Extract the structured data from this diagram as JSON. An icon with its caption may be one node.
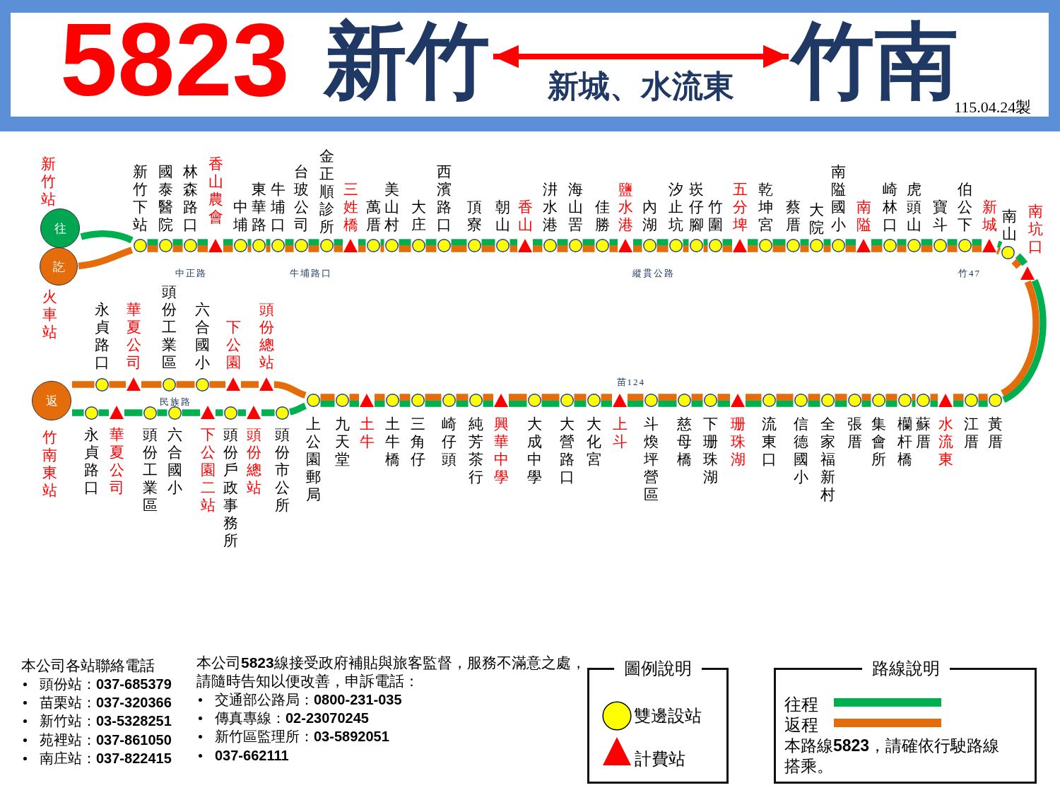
{
  "diagram": {
    "title": "5823",
    "nodes": [
      {
        "text": [
          "新竹"
        ]
      },
      {
        "text": [
          "竹南"
        ]
      },
      {
        "text": [
          "往"
        ],
        "beside": [
          "新竹站"
        ]
      },
      {
        "text": [
          "訖"
        ],
        "beside": [
          "火車站"
        ]
      },
      {
        "text": [],
        "shape": "circle",
        "beside": [
          "新竹下站"
        ]
      },
      {
        "text": [],
        "shape": "circle",
        "beside": [
          "國泰醫院"
        ]
      },
      {
        "text": [],
        "shape": "circle",
        "beside": [
          "林森路口"
        ]
      },
      {
        "text": [],
        "shape": "triangle",
        "beside": [
          "香山農會"
        ]
      },
      {
        "text": [],
        "shape": "circle",
        "beside": [
          "中埔"
        ]
      },
      {
        "text": [],
        "shape": "circle",
        "beside": [
          "東華路"
        ]
      },
      {
        "text": [],
        "shape": "circle",
        "beside": [
          "牛埔口"
        ]
      },
      {
        "text": [],
        "shape": "circle",
        "beside": [
          "台玻公司"
        ]
      },
      {
        "text": [],
        "shape": "circle",
        "beside": [
          "金正順診所"
        ]
      },
      {
        "text": [],
        "shape": "triangle",
        "beside": [
          "三姓橋"
        ]
      },
      {
        "text": [],
        "shape": "circle",
        "beside": [
          "萬厝"
        ]
      },
      {
        "text": [],
        "shape": "circle",
        "beside": [
          "美山村"
        ]
      },
      {
        "text": [],
        "shape": "circle",
        "beside": [
          "大庄"
        ]
      },
      {
        "text": [],
        "shape": "circle",
        "beside": [
          "西濱路口"
        ]
      },
      {
        "text": [],
        "shape": "circle",
        "beside": [
          "頂寮"
        ]
      },
      {
        "text": [],
        "shape": "circle",
        "beside": [
          "朝山"
        ]
      },
      {
        "text": [],
        "shape": "triangle",
        "beside": [
          "香山"
        ]
      },
      {
        "text": [],
        "shape": "circle",
        "beside": [
          "汫水港"
        ]
      },
      {
        "text": [],
        "shape": "circle",
        "beside": [
          "海山罟"
        ]
      },
      {
        "text": [],
        "shape": "circle",
        "beside": [
          "佳勝"
        ]
      },
      {
        "text": [],
        "shape": "triangle",
        "beside": [
          "鹽水港"
        ]
      },
      {
        "text": [],
        "shape": "circle",
        "beside": [
          "內湖"
        ]
      },
      {
        "text": [],
        "shape": "circle",
        "beside": [
          "汐止坑"
        ]
      },
      {
        "text": [],
        "shape": "circle",
        "beside": [
          "崁仔腳"
        ]
      },
      {
        "text": [],
        "shape": "circle",
        "beside": [
          "竹圍"
        ]
      },
      {
        "text": [],
        "shape": "triangle",
        "beside": [
          "五分埤"
        ]
      },
      {
        "text": [],
        "shape": "circle",
        "beside": [
          "乾坤宮"
        ]
      },
      {
        "text": [],
        "shape": "circle",
        "beside": [
          "蔡厝"
        ]
      },
      {
        "text": [],
        "shape": "circle",
        "beside": [
          "大院"
        ]
      },
      {
        "text": [],
        "shape": "circle",
        "beside": [
          "南隘國小"
        ]
      },
      {
        "text": [],
        "shape": "triangle",
        "beside": [
          "南隘"
        ]
      },
      {
        "text": [],
        "shape": "circle",
        "beside": [
          "崎林口"
        ]
      },
      {
        "text": [],
        "shape": "circle",
        "beside": [
          "虎頭山"
        ]
      },
      {
        "text": [],
        "shape": "circle",
        "beside": [
          "寶斗"
        ]
      },
      {
        "text": [],
        "shape": "circle",
        "beside": [
          "伯公下"
        ]
      },
      {
        "text": [],
        "shape": "triangle",
        "beside": [
          "新城"
        ]
      },
      {
        "text": [],
        "shape": "circle",
        "beside": [
          "南山"
        ]
      },
      {
        "text": [],
        "shape": "triangle",
        "beside": [
          "南坑口"
        ]
      },
      {
        "text": [
          "返"
        ],
        "beside": [
          "竹南東站"
        ]
      },
      {
        "text": [],
        "shape": "circle",
        "beside": [
          "永貞路口"
        ]
      },
      {
        "text": [],
        "shape": "triangle",
        "beside": [
          "華夏公司"
        ]
      },
      {
        "text": [],
        "shape": "circle",
        "beside": [
          "頭份工業區"
        ]
      },
      {
        "text": [],
        "shape": "circle",
        "beside": [
          "六合國小"
        ]
      },
      {
        "text": [],
        "shape": "triangle",
        "beside": [
          "下公園"
        ]
      },
      {
        "text": [],
        "shape": "triangle",
        "beside": [
          "頭份總站"
        ]
      },
      {
        "text": [],
        "shape": "circle",
        "beside": [
          "永貞路口"
        ]
      },
      {
        "text": [],
        "shape": "triangle",
        "beside": [
          "華夏公司"
        ]
      },
      {
        "text": [],
        "shape": "circle",
        "beside": [
          "頭份工業區"
        ]
      },
      {
        "text": [],
        "shape": "circle",
        "beside": [
          "六合國小"
        ]
      },
      {
        "text": [],
        "shape": "triangle",
        "beside": [
          "下公園二站"
        ]
      },
      {
        "text": [],
        "shape": "circle",
        "beside": [
          "頭份戶政事務所"
        ]
      },
      {
        "text": [],
        "shape": "triangle",
        "beside": [
          "頭份總站"
        ]
      },
      {
        "text": [],
        "shape": "circle",
        "beside": [
          "頭份市公所"
        ]
      },
      {
        "text": [],
        "shape": "circle",
        "beside": [
          "上公園郵局"
        ]
      },
      {
        "text": [],
        "shape": "circle",
        "beside": [
          "九天堂"
        ]
      },
      {
        "text": [],
        "shape": "triangle",
        "beside": [
          "土牛"
        ]
      },
      {
        "text": [],
        "shape": "circle",
        "beside": [
          "土牛橋"
        ]
      },
      {
        "text": [],
        "shape": "circle",
        "beside": [
          "三角仔"
        ]
      },
      {
        "text": [],
        "shape": "circle",
        "beside": [
          "崎仔頭"
        ]
      },
      {
        "text": [],
        "shape": "circle",
        "beside": [
          "純芳茶行"
        ]
      },
      {
        "text": [],
        "shape": "triangle",
        "beside": [
          "興華中學"
        ]
      },
      {
        "text": [],
        "shape": "circle",
        "beside": [
          "大成中學"
        ]
      },
      {
        "text": [],
        "shape": "circle",
        "beside": [
          "大營路口"
        ]
      },
      {
        "text": [],
        "shape": "circle",
        "beside": [
          "大化宮"
        ]
      },
      {
        "text": [],
        "shape": "triangle",
        "beside": [
          "上斗"
        ]
      },
      {
        "text": [],
        "shape": "circle",
        "beside": [
          "斗煥坪營區"
        ]
      },
      {
        "text": [],
        "shape": "circle",
        "beside": [
          "慈母橋"
        ]
      },
      {
        "text": [],
        "shape": "circle",
        "beside": [
          "下珊珠湖"
        ]
      },
      {
        "text": [],
        "shape": "triangle",
        "beside": [
          "珊珠湖"
        ]
      },
      {
        "text": [],
        "shape": "circle",
        "beside": [
          "流東口"
        ]
      },
      {
        "text": [],
        "shape": "circle",
        "beside": [
          "信德國小"
        ]
      },
      {
        "text": [],
        "shape": "circle",
        "beside": [
          "全家福新村"
        ]
      },
      {
        "text": [],
        "shape": "circle",
        "beside": [
          "張厝"
        ]
      },
      {
        "text": [],
        "shape": "circle",
        "beside": [
          "集會所"
        ]
      },
      {
        "text": [],
        "shape": "circle",
        "beside": [
          "欗杆橋"
        ]
      },
      {
        "text": [],
        "shape": "circle",
        "beside": [
          "蘇厝"
        ]
      },
      {
        "text": [],
        "shape": "triangle",
        "beside": [
          "水流東"
        ]
      },
      {
        "text": [],
        "shape": "circle",
        "beside": [
          "江厝"
        ]
      },
      {
        "text": [],
        "shape": "circle",
        "beside": [
          "黃厝"
        ]
      }
    ],
    "edges": [
      {
        "from": 0,
        "to": 1,
        "arrow": "both",
        "label": "新城、水流東",
        "color": "#ff0000"
      },
      {
        "from": 2,
        "to": 4,
        "arrow": "none",
        "color": "#00b050"
      },
      {
        "from": 4,
        "to": 5,
        "arrow": "none",
        "color": "#00b050"
      },
      {
        "from": 5,
        "to": 6,
        "arrow": "none",
        "color": "#00b050"
      },
      {
        "from": 6,
        "to": 7,
        "arrow": "none",
        "color": "#00b050"
      },
      {
        "from": 7,
        "to": 8,
        "arrow": "none",
        "color": "#00b050"
      },
      {
        "from": 8,
        "to": 9,
        "arrow": "none",
        "color": "#00b050"
      },
      {
        "from": 9,
        "to": 10,
        "arrow": "none",
        "color": "#00b050"
      },
      {
        "from": 10,
        "to": 11,
        "arrow": "none",
        "color": "#00b050"
      },
      {
        "from": 11,
        "to": 12,
        "arrow": "none",
        "color": "#00b050"
      },
      {
        "from": 12,
        "to": 13,
        "arrow": "none",
        "color": "#00b050"
      },
      {
        "from": 13,
        "to": 14,
        "arrow": "none",
        "color": "#00b050"
      },
      {
        "from": 14,
        "to": 15,
        "arrow": "none",
        "color": "#00b050"
      },
      {
        "from": 15,
        "to": 16,
        "arrow": "none",
        "color": "#00b050"
      },
      {
        "from": 16,
        "to": 17,
        "arrow": "none",
        "color": "#00b050"
      },
      {
        "from": 17,
        "to": 18,
        "arrow": "none",
        "color": "#00b050"
      },
      {
        "from": 18,
        "to": 19,
        "arrow": "none",
        "color": "#00b050"
      },
      {
        "from": 19,
        "to": 20,
        "arrow": "none",
        "color": "#00b050"
      },
      {
        "from": 20,
        "to": 21,
        "arrow": "none",
        "color": "#00b050"
      },
      {
        "from": 21,
        "to": 22,
        "arrow": "none",
        "color": "#00b050"
      },
      {
        "from": 22,
        "to": 23,
        "arrow": "none",
        "color": "#00b050"
      },
      {
        "from": 23,
        "to": 24,
        "arrow": "none",
        "color": "#00b050"
      },
      {
        "from": 24,
        "to": 25,
        "arrow": "none",
        "color": "#00b050"
      },
      {
        "from": 25,
        "to": 26,
        "arrow": "none",
        "color": "#00b050"
      },
      {
        "from": 26,
        "to": 27,
        "arrow": "none",
        "color": "#00b050"
      },
      {
        "from": 27,
        "to": 28,
        "arrow": "none",
        "color": "#00b050"
      },
      {
        "from": 28,
        "to": 29,
        "arrow": "none",
        "color": "#00b050"
      },
      {
        "from": 29,
        "to": 30,
        "arrow": "none",
        "color": "#00b050"
      },
      {
        "from": 30,
        "to": 31,
        "arrow": "none",
        "color": "#00b050"
      },
      {
        "from": 31,
        "to": 32,
        "arrow": "none",
        "color": "#00b050"
      },
      {
        "from": 32,
        "to": 33,
        "arrow": "none",
        "color": "#00b050"
      },
      {
        "from": 33,
        "to": 34,
        "arrow": "none",
        "color": "#00b050"
      },
      {
        "from": 34,
        "to": 35,
        "arrow": "none",
        "color": "#00b050"
      },
      {
        "from": 35,
        "to": 36,
        "arrow": "none",
        "color": "#00b050"
      },
      {
        "from": 36,
        "to": 37,
        "arrow": "none",
        "color": "#00b050"
      },
      {
        "from": 37,
        "to": 38,
        "arrow": "none",
        "color": "#00b050"
      },
      {
        "from": 38,
        "to": 39,
        "arrow": "none",
        "color": "#00b050"
      },
      {
        "from": 39,
        "to": 40,
        "arrow": "none",
        "color": "#00b050"
      },
      {
        "from": 40,
        "to": 41,
        "arrow": "none",
        "color": "#00b050"
      },
      {
        "from": 41,
        "to": 82,
        "arrow": "none",
        "color": "#00b050"
      },
      {
        "from": 82,
        "to": 81,
        "arrow": "none",
        "color": "#00b050"
      },
      {
        "from": 81,
        "to": 80,
        "arrow": "none",
        "color": "#00b050"
      },
      {
        "from": 80,
        "to": 79,
        "arrow": "none",
        "color": "#00b050"
      },
      {
        "from": 79,
        "to": 78,
        "arrow": "none",
        "color": "#00b050"
      },
      {
        "from": 78,
        "to": 77,
        "arrow": "none",
        "color": "#00b050"
      },
      {
        "from": 77,
        "to": 76,
        "arrow": "none",
        "color": "#00b050"
      },
      {
        "from": 76,
        "to": 75,
        "arrow": "none",
        "color": "#00b050"
      },
      {
        "from": 75,
        "to": 74,
        "arrow": "none",
        "color": "#00b050"
      },
      {
        "from": 74,
        "to": 73,
        "arrow": "none",
        "color": "#00b050"
      },
      {
        "from": 73,
        "to": 72,
        "arrow": "none",
        "color": "#00b050"
      },
      {
        "from": 72,
        "to": 71,
        "arrow": "none",
        "color": "#00b050"
      },
      {
        "from": 71,
        "to": 70,
        "arrow": "none",
        "color": "#00b050"
      },
      {
        "from": 70,
        "to": 69,
        "arrow": "none",
        "color": "#00b050"
      },
      {
        "from": 69,
        "to": 68,
        "arrow": "none",
        "color": "#00b050"
      },
      {
        "from": 68,
        "to": 67,
        "arrow": "none",
        "color": "#00b050"
      },
      {
        "from": 67,
        "to": 66,
        "arrow": "none",
        "color": "#00b050"
      },
      {
        "from": 66,
        "to": 65,
        "arrow": "none",
        "color": "#00b050"
      },
      {
        "from": 65,
        "to": 64,
        "arrow": "none",
        "color": "#00b050"
      },
      {
        "from": 64,
        "to": 63,
        "arrow": "none",
        "color": "#00b050"
      },
      {
        "from": 63,
        "to": 62,
        "arrow": "none",
        "color": "#00b050"
      },
      {
        "from": 62,
        "to": 61,
        "arrow": "none",
        "color": "#00b050"
      },
      {
        "from": 61,
        "to": 60,
        "arrow": "none",
        "color": "#00b050"
      },
      {
        "from": 60,
        "to": 59,
        "arrow": "none",
        "color": "#00b050"
      },
      {
        "from": 59,
        "to": 58,
        "arrow": "none",
        "color": "#00b050"
      },
      {
        "from": 58,
        "to": 57,
        "arrow": "none",
        "color": "#00b050"
      },
      {
        "from": 57,
        "to": 56,
        "arrow": "none",
        "color": "#00b050"
      },
      {
        "from": 56,
        "to": 55,
        "arrow": "none",
        "color": "#00b050"
      },
      {
        "from": 55,
        "to": 54,
        "arrow": "none",
        "color": "#00b050"
      },
      {
        "from": 54,
        "to": 53,
        "arrow": "none",
        "color": "#00b050"
      },
      {
        "from": 53,
        "to": 52,
        "arrow": "none",
        "color": "#00b050"
      },
      {
        "from": 52,
        "to": 51,
        "arrow": "none",
        "color": "#00b050"
      },
      {
        "from": 51,
        "to": 50,
        "arrow": "none",
        "color": "#00b050"
      },
      {
        "from": 50,
        "to": 49,
        "arrow": "none",
        "color": "#00b050"
      },
      {
        "from": 49,
        "to": 42,
        "arrow": "none",
        "color": "#00b050"
      },
      {
        "from": 42,
        "to": 43,
        "arrow": "none",
        "color": "#e46c0a"
      },
      {
        "from": 43,
        "to": 44,
        "arrow": "none",
        "color": "#e46c0a"
      },
      {
        "from": 44,
        "to": 45,
        "arrow": "none",
        "color": "#e46c0a"
      },
      {
        "from": 45,
        "to": 46,
        "arrow": "none",
        "color": "#e46c0a"
      },
      {
        "from": 46,
        "to": 47,
        "arrow": "none",
        "color": "#e46c0a"
      },
      {
        "from": 47,
        "to": 48,
        "arrow": "none",
        "color": "#e46c0a"
      },
      {
        "from": 48,
        "to": 57,
        "arrow": "none",
        "color": "#e46c0a"
      },
      {
        "from": 57,
        "to": 58,
        "arrow": "none",
        "color": "#e46c0a"
      },
      {
        "from": 58,
        "to": 59,
        "arrow": "none",
        "color": "#e46c0a"
      },
      {
        "from": 59,
        "to": 60,
        "arrow": "none",
        "color": "#e46c0a"
      },
      {
        "from": 60,
        "to": 61,
        "arrow": "none",
        "color": "#e46c0a"
      },
      {
        "from": 61,
        "to": 62,
        "arrow": "none",
        "color": "#e46c0a"
      },
      {
        "from": 62,
        "to": 63,
        "arrow": "none",
        "color": "#e46c0a"
      },
      {
        "from": 63,
        "to": 64,
        "arrow": "none",
        "color": "#e46c0a"
      },
      {
        "from": 64,
        "to": 65,
        "arrow": "none",
        "color": "#e46c0a"
      },
      {
        "from": 65,
        "to": 66,
        "arrow": "none",
        "color": "#e46c0a"
      },
      {
        "from": 66,
        "to": 67,
        "arrow": "none",
        "color": "#e46c0a"
      },
      {
        "from": 67,
        "to": 68,
        "arrow": "none",
        "color": "#e46c0a"
      },
      {
        "from": 68,
        "to": 69,
        "arrow": "none",
        "color": "#e46c0a"
      },
      {
        "from": 69,
        "to": 70,
        "arrow": "none",
        "color": "#e46c0a"
      },
      {
        "from": 70,
        "to": 71,
        "arrow": "none",
        "color": "#e46c0a"
      },
      {
        "from": 71,
        "to": 72,
        "arrow": "none",
        "color": "#e46c0a"
      },
      {
        "from": 72,
        "to": 73,
        "arrow": "none",
        "color": "#e46c0a"
      },
      {
        "from": 73,
        "to": 74,
        "arrow": "none",
        "color": "#e46c0a"
      },
      {
        "from": 74,
        "to": 75,
        "arrow": "none",
        "color": "#e46c0a"
      },
      {
        "from": 75,
        "to": 76,
        "arrow": "none",
        "color": "#e46c0a"
      },
      {
        "from": 76,
        "to": 77,
        "arrow": "none",
        "color": "#e46c0a"
      },
      {
        "from": 77,
        "to": 78,
        "arrow": "none",
        "color": "#e46c0a"
      },
      {
        "from": 78,
        "to": 79,
        "arrow": "none",
        "color": "#e46c0a"
      },
      {
        "from": 79,
        "to": 80,
        "arrow": "none",
        "color": "#e46c0a"
      },
      {
        "from": 80,
        "to": 81,
        "arrow": "none",
        "color": "#e46c0a"
      },
      {
        "from": 81,
        "to": 82,
        "arrow": "none",
        "color": "#e46c0a"
      },
      {
        "from": 82,
        "to": 41,
        "arrow": "none",
        "color": "#e46c0a"
      },
      {
        "from": 41,
        "to": 40,
        "arrow": "none",
        "color": "#e46c0a"
      },
      {
        "from": 40,
        "to": 39,
        "arrow": "none",
        "color": "#e46c0a"
      },
      {
        "from": 39,
        "to": 38,
        "arrow": "none",
        "color": "#e46c0a"
      },
      {
        "from": 38,
        "to": 37,
        "arrow": "none",
        "color": "#e46c0a"
      },
      {
        "from": 37,
        "to": 36,
        "arrow": "none",
        "color": "#e46c0a"
      },
      {
        "from": 36,
        "to": 35,
        "arrow": "none",
        "color": "#e46c0a"
      },
      {
        "from": 35,
        "to": 34,
        "arrow": "none",
        "color": "#e46c0a"
      },
      {
        "from": 34,
        "to": 33,
        "arrow": "none",
        "color": "#e46c0a"
      },
      {
        "from": 33,
        "to": 32,
        "arrow": "none",
        "color": "#e46c0a"
      },
      {
        "from": 32,
        "to": 31,
        "arrow": "none",
        "color": "#e46c0a"
      },
      {
        "from": 31,
        "to": 30,
        "arrow": "none",
        "color": "#e46c0a"
      },
      {
        "from": 30,
        "to": 29,
        "arrow": "none",
        "color": "#e46c0a"
      },
      {
        "from": 29,
        "to": 28,
        "arrow": "none",
        "color": "#e46c0a"
      },
      {
        "from": 28,
        "to": 27,
        "arrow": "none",
        "color": "#e46c0a"
      },
      {
        "from": 27,
        "to": 26,
        "arrow": "none",
        "color": "#e46c0a"
      },
      {
        "from": 26,
        "to": 25,
        "arrow": "none",
        "color": "#e46c0a"
      },
      {
        "from": 25,
        "to": 24,
        "arrow": "none",
        "color": "#e46c0a"
      },
      {
        "from": 24,
        "to": 23,
        "arrow": "none",
        "color": "#e46c0a"
      },
      {
        "from": 23,
        "to": 22,
        "arrow": "none",
        "color": "#e46c0a"
      },
      {
        "from": 22,
        "to": 21,
        "arrow": "none",
        "color": "#e46c0a"
      },
      {
        "from": 21,
        "to": 20,
        "arrow": "none",
        "color": "#e46c0a"
      },
      {
        "from": 20,
        "to": 19,
        "arrow": "none",
        "color": "#e46c0a"
      },
      {
        "from": 19,
        "to": 18,
        "arrow": "none",
        "color": "#e46c0a"
      },
      {
        "from": 18,
        "to": 17,
        "arrow": "none",
        "color": "#e46c0a"
      },
      {
        "from": 17,
        "to": 16,
        "arrow": "none",
        "color": "#e46c0a"
      },
      {
        "from": 16,
        "to": 15,
        "arrow": "none",
        "color": "#e46c0a"
      },
      {
        "from": 15,
        "to": 14,
        "arrow": "none",
        "color": "#e46c0a"
      },
      {
        "from": 14,
        "to": 13,
        "arrow": "none",
        "color": "#e46c0a"
      },
      {
        "from": 13,
        "to": 12,
        "arrow": "none",
        "color": "#e46c0a"
      },
      {
        "from": 12,
        "to": 11,
        "arrow": "none",
        "color": "#e46c0a"
      },
      {
        "from": 11,
        "to": 10,
        "arrow": "none",
        "color": "#e46c0a"
      },
      {
        "from": 10,
        "to": 9,
        "arrow": "none",
        "color": "#e46c0a"
      },
      {
        "from": 9,
        "to": 8,
        "arrow": "none",
        "color": "#e46c0a"
      },
      {
        "from": 8,
        "to": 7,
        "arrow": "none",
        "color": "#e46c0a"
      },
      {
        "from": 7,
        "to": 6,
        "arrow": "none",
        "color": "#e46c0a"
      },
      {
        "from": 6,
        "to": 5,
        "arrow": "none",
        "color": "#e46c0a"
      },
      {
        "from": 5,
        "to": 4,
        "arrow": "none",
        "color": "#e46c0a"
      },
      {
        "from": 4,
        "to": 3,
        "arrow": "none",
        "color": "#e46c0a"
      }
    ],
    "labels": [
      "115.04.24製",
      "中正路",
      "牛埔路口",
      "縱貫公路",
      "竹47",
      "苗124",
      "民族路",
      "本公司各站聯絡電話",
      "頭份站：**037-685379**",
      "苗栗站：**037-320366**",
      "新竹站：**03-5328251**",
      "苑裡站：**037-861050**",
      "南庄站：**037-822415**",
      "本公司**5823**線接受政府補貼與旅客監督，服務不滿意之處，請隨時告知以便改善，申訴電話：",
      "交通部公路局：**0800-231-035**",
      "傳真專線：**02-23070245**",
      "新竹區監理所：**03-5892051**",
      "**037-662111**",
      "圖例說明",
      "路線說明",
      "本路線**5823**，請確依行駛路線搭乘。"
    ],
    "legend": [
      {
        "text": "雙邊設站"
      },
      {
        "text": "計費站"
      },
      {
        "text": "往程",
        "color": "#00b050"
      },
      {
        "text": "返程",
        "color": "#e46c0a"
      }
    ]
  }
}
